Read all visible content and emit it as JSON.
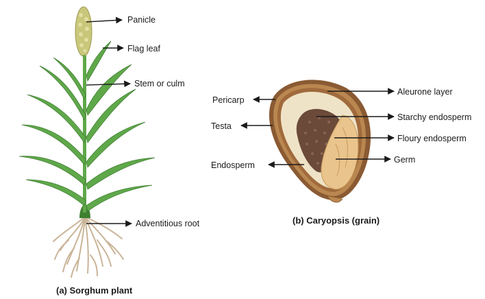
{
  "plant": {
    "caption": "(a) Sorghum plant",
    "labels": {
      "panicle": "Panicle",
      "flag_leaf": "Flag leaf",
      "stem": "Stem or culm",
      "root": "Adventitious root"
    }
  },
  "grain": {
    "caption": "(b) Caryopsis (grain)",
    "labels": {
      "pericarp": "Pericarp",
      "testa": "Testa",
      "endosperm": "Endosperm",
      "aleurone": "Aleurone layer",
      "starchy": "Starchy endosperm",
      "floury": "Floury endosperm",
      "germ": "Germ"
    }
  },
  "colors": {
    "leaf": "#5fa84a",
    "leaf_dark": "#3f7f32",
    "panicle": "#c9c77a",
    "root": "#c9b497",
    "pericarp": "#8a5a33",
    "testa": "#b9874f",
    "aleurone": "#a06a3c",
    "endosperm": "#efe3c7",
    "starchy": "#6b4a3a",
    "germ": "#e9c48c",
    "arrow": "#1a1a1a"
  }
}
